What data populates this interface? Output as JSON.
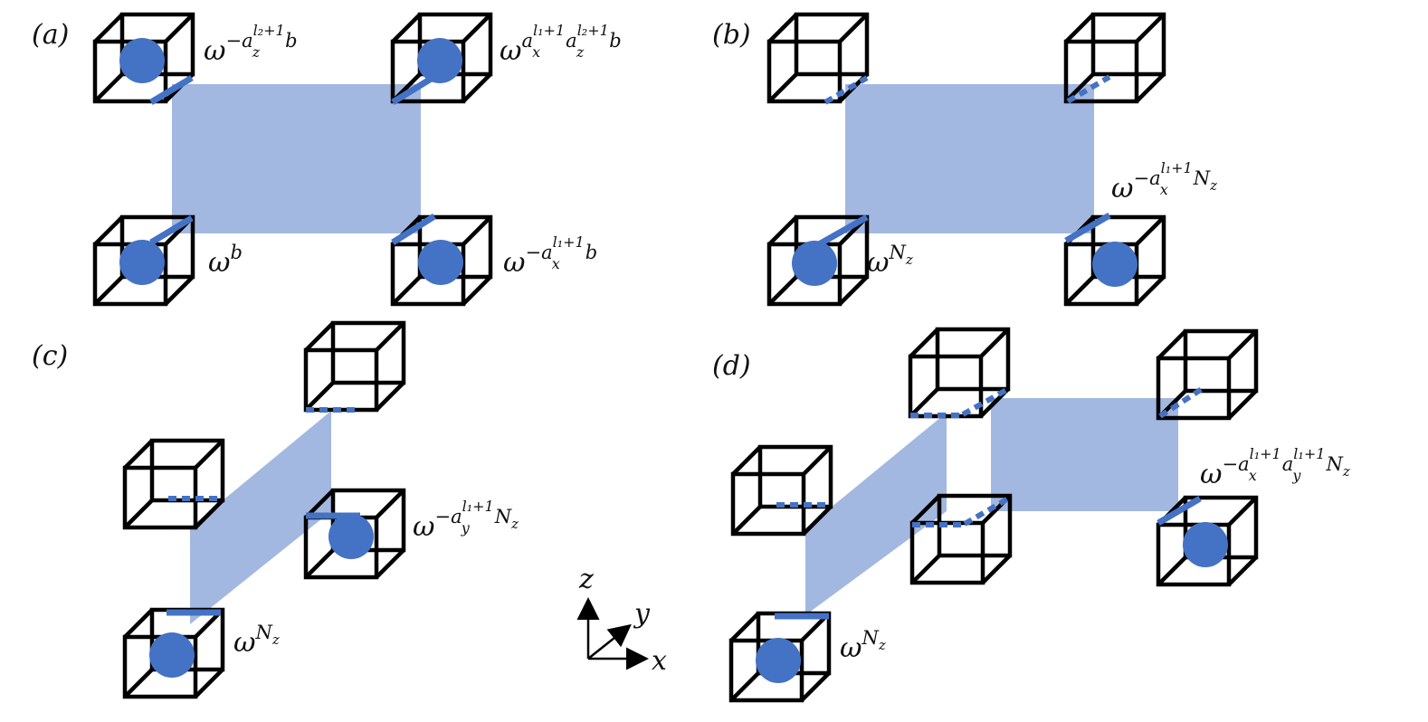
{
  "panels": {
    "a": {
      "label": "(a)",
      "terms": {
        "top_left": {
          "base": "ω",
          "prefix": "−",
          "var1": "a",
          "sub1": "z",
          "sup1": "l₂+1",
          "tail": "b"
        },
        "top_right": {
          "base": "ω",
          "var1": "a",
          "sub1": "x",
          "sup1": "l₁+1",
          "var2": "a",
          "sub2": "z",
          "sup2": "l₂+1",
          "tail": "b"
        },
        "bottom_left": {
          "base": "ω",
          "exp": "b"
        },
        "bottom_right": {
          "base": "ω",
          "prefix": "−",
          "var1": "a",
          "sub1": "x",
          "sup1": "l₁+1",
          "tail": "b"
        }
      }
    },
    "b": {
      "label": "(b)",
      "terms": {
        "right": {
          "base": "ω",
          "prefix": "−",
          "var1": "a",
          "sub1": "x",
          "sup1": "l₁+1",
          "tail": "N",
          "tail_sub": "z"
        },
        "left": {
          "base": "ω",
          "exp": "N",
          "exp_sub": "z"
        }
      }
    },
    "c": {
      "label": "(c)",
      "terms": {
        "right": {
          "base": "ω",
          "prefix": "−",
          "var1": "a",
          "sub1": "y",
          "sup1": "l₁+1",
          "tail": "N",
          "tail_sub": "z"
        },
        "bottom": {
          "base": "ω",
          "exp": "N",
          "exp_sub": "z"
        }
      }
    },
    "d": {
      "label": "(d)",
      "terms": {
        "right": {
          "base": "ω",
          "prefix": "−",
          "var1": "a",
          "sub1": "x",
          "sup1": "l₁+1",
          "var2": "a",
          "sub2": "y",
          "sup2": "l₁+1",
          "tail": "N",
          "tail_sub": "z"
        },
        "bottom": {
          "base": "ω",
          "exp": "N",
          "exp_sub": "z"
        }
      }
    }
  },
  "axes": {
    "z": "z",
    "y": "y",
    "x": "x"
  },
  "colors": {
    "sheet": "#a3b8e0",
    "accent": "#4472c4",
    "edge": "#000000"
  }
}
